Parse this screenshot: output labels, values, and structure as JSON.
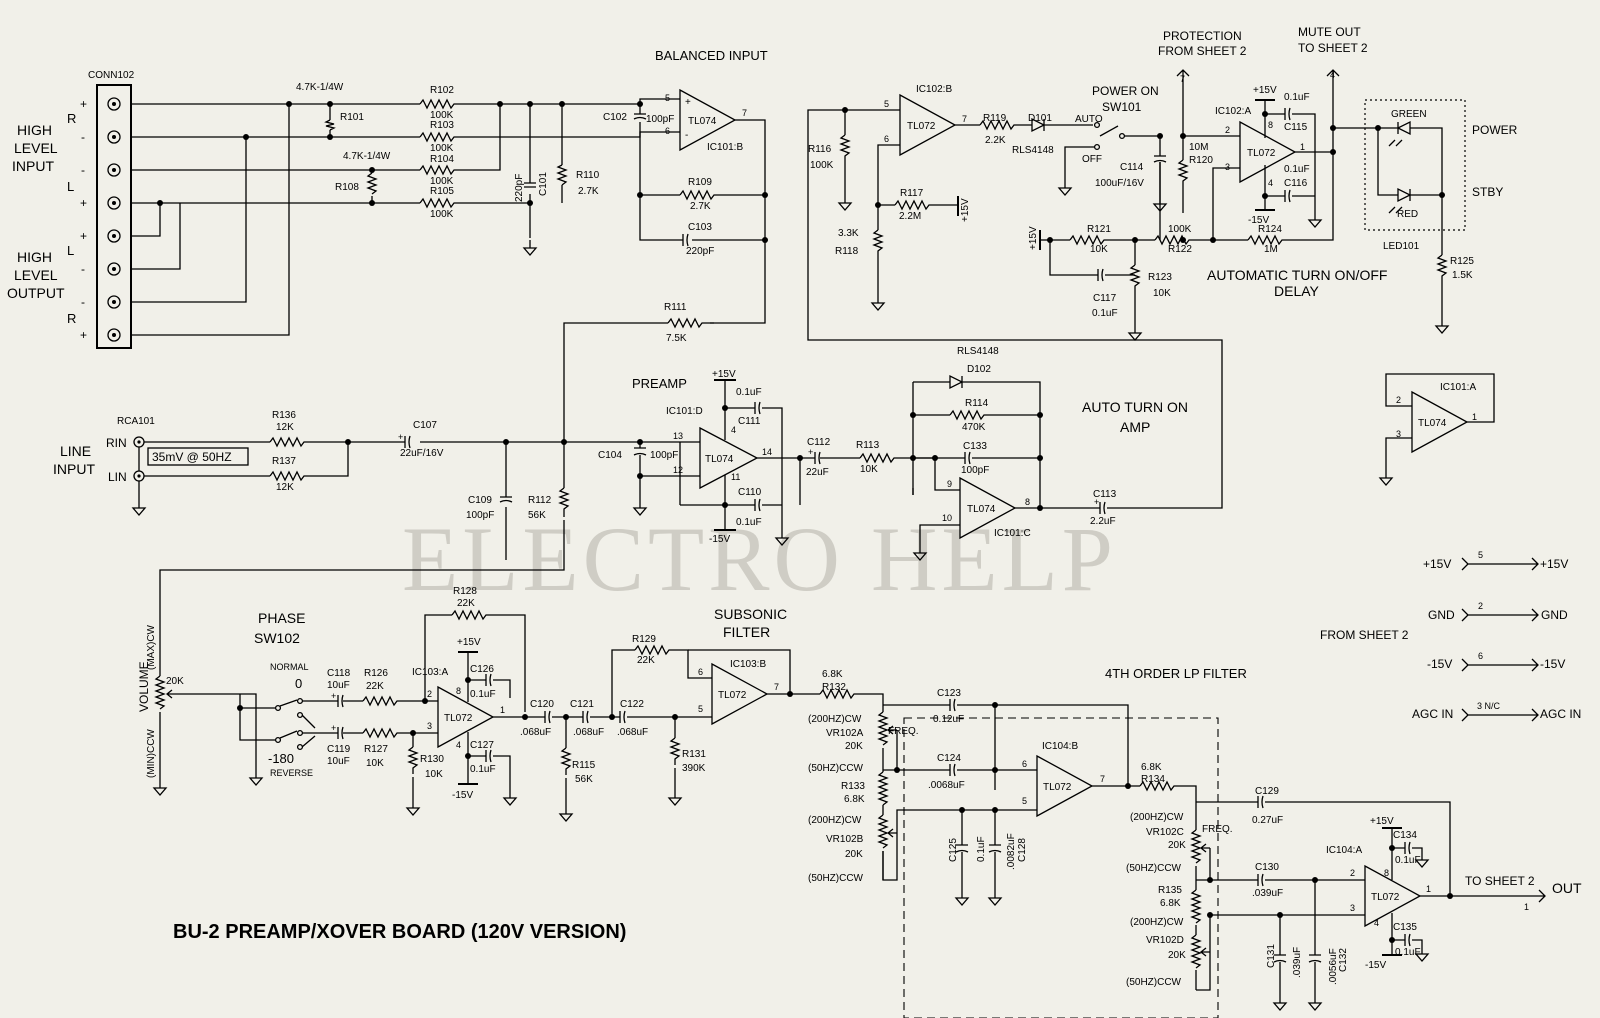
{
  "watermark": "ELECTRO HELP",
  "board_title": "BU-2 PREAMP/XOVER BOARD (120V VERSION)",
  "sections": {
    "balanced_input": "BALANCED INPUT",
    "preamp": "PREAMP",
    "auto_turn_on_amp": [
      "AUTO TURN ON",
      "AMP"
    ],
    "automatic_turn_onoff": [
      "AUTOMATIC TURN ON/OFF",
      "DELAY"
    ],
    "subsonic": [
      "SUBSONIC",
      "FILTER"
    ],
    "lp_filter": "4TH ORDER LP FILTER",
    "phase": [
      "PHASE",
      "SW102"
    ],
    "power_on": [
      "POWER ON",
      "SW101"
    ],
    "protection": [
      "PROTECTION",
      "FROM SHEET 2"
    ],
    "mute_out": [
      "MUTE OUT",
      "TO SHEET 2"
    ]
  },
  "connectors": {
    "conn102": "CONN102",
    "high_level_input": [
      "HIGH",
      "LEVEL",
      "INPUT"
    ],
    "high_level_output": [
      "HIGH",
      "LEVEL",
      "OUTPUT"
    ],
    "pin_labels": [
      "R",
      "L",
      "L",
      "R"
    ],
    "pin_signs": [
      "+",
      "-",
      "-",
      "+",
      "+",
      "-",
      "-",
      "+"
    ],
    "rca101": "RCA101",
    "line_input": [
      "LINE",
      "INPUT"
    ],
    "rin": "RIN",
    "lin": "LIN",
    "test_level": "35mV @ 50HZ"
  },
  "opamp_labels": {
    "ic101b": "IC101:B",
    "ic101d": "IC101:D",
    "ic101c": "IC101:C",
    "ic101a": "IC101:A",
    "ic102b": "IC102:B",
    "ic102a": "IC102:A",
    "ic103a": "IC103:A",
    "ic103b": "IC103:B",
    "ic104b": "IC104:B",
    "ic104a": "IC104:A",
    "tl074": "TL074",
    "tl072": "TL072"
  },
  "components": {
    "r101": "R101",
    "r101v": "4.7K-1/4W",
    "r108": "R108",
    "r108v": "4.7K-1/4W",
    "r102": "R102",
    "r103": "R103",
    "r104": "R104",
    "r105": "R105",
    "k100": "100K",
    "c102": "C102",
    "c102v": "100pF",
    "c101": "C101",
    "c101v": "220pF",
    "r110": "R110",
    "r110v": "2.7K",
    "r109": "R109",
    "r109v": "2.7K",
    "c103": "C103",
    "c103v": "220pF",
    "r111": "R111",
    "r111v": "7.5K",
    "r136": "R136",
    "r137": "R137",
    "k12": "12K",
    "c107": "C107",
    "c107v": "22uF/16V",
    "c109": "C109",
    "c109v": "100pF",
    "r112": "R112",
    "r112v": "56K",
    "c104": "C104",
    "c104v": "100pF",
    "c111": "C111",
    "c110": "C110",
    "uf01": "0.1uF",
    "c112": "C112",
    "c112v": "22uF",
    "r113": "R113",
    "r113v": "10K",
    "d102": "D102",
    "rls4148": "RLS4148",
    "r114": "R114",
    "r114v": "470K",
    "c133": "C133",
    "c133v": "100pF",
    "c113": "C113",
    "c113v": "2.2uF",
    "r116": "R116",
    "r116v": "100K",
    "r118": "R118",
    "r118v": "3.3K",
    "r117": "R117",
    "r117v": "2.2M",
    "r119": "R119",
    "r119v": "2.2K",
    "d101": "D101",
    "auto": "AUTO",
    "off": "OFF",
    "c114": "C114",
    "c114v": "100uF/16V",
    "r120": "R120",
    "r120v": "10M",
    "c115": "C115",
    "c116": "C116",
    "r121": "R121",
    "r121v": "10K",
    "r122": "R122",
    "r122v": "100K",
    "r124": "R124",
    "r124v": "1M",
    "r123": "R123",
    "r123v": "10K",
    "c117": "C117",
    "led101": "LED101",
    "green": "GREEN",
    "red": "RED",
    "power": "POWER",
    "stby": "STBY",
    "r125": "R125",
    "r125v": "1.5K",
    "volume": "VOLUME",
    "vol_max": "(MAX)CW",
    "vol_min": "(MIN)CCW",
    "vol_v": "20K",
    "normal": "NORMAL",
    "zero": "0",
    "minus180": "-180",
    "reverse": "REVERSE",
    "c118": "C118",
    "c119": "C119",
    "uf10": "10uF",
    "r126": "R126",
    "r126v": "22K",
    "r127": "R127",
    "r127v": "10K",
    "r130": "R130",
    "r130v": "10K",
    "r128": "R128",
    "r128v": "22K",
    "c126": "C126",
    "c127": "C127",
    "c120": "C120",
    "c121": "C121",
    "c122": "C122",
    "uf068": ".068uF",
    "r115": "R115",
    "r115v": "56K",
    "r129": "R129",
    "r129v": "22K",
    "r131": "R131",
    "r131v": "390K",
    "r132": "R132",
    "r132v": "6.8K",
    "vr102a": "VR102A",
    "vr102b": "VR102B",
    "vr102c": "VR102C",
    "vr102d": "VR102D",
    "k20": "20K",
    "hz200cw": "(200HZ)CW",
    "hz50ccw": "(50HZ)CCW",
    "freq": "FREQ.",
    "r133": "R133",
    "r133v": "6.8K",
    "c123": "C123",
    "c123v": "0.12uF",
    "c124": "C124",
    "c124v": ".0068uF",
    "c125": "C125",
    "c128": "C128",
    "c128v": ".0082uF",
    "r134": "R134",
    "r134v": "6.8K",
    "r135": "R135",
    "r135v": "6.8K",
    "c129": "C129",
    "c129v": "0.27uF",
    "c130": "C130",
    "c130v": ".039uF",
    "c131": "C131",
    "c131v": ".039uF",
    "c132": "C132",
    "c132v": ".0056uF",
    "c134": "C134",
    "c135": "C135",
    "to_sheet2": "TO SHEET 2",
    "out": "OUT"
  },
  "power_rails": {
    "p15": "+15V",
    "m15": "-15V",
    "gnd": "GND",
    "agc_in": "AGC IN",
    "agc_pin": "3 N/C",
    "from_sheet2": "FROM SHEET 2"
  },
  "pins": {
    "p1": "1",
    "p2": "2",
    "p3": "3",
    "p4": "4",
    "p5": "5",
    "p6": "6",
    "p7": "7",
    "p8": "8",
    "p9": "9",
    "p10": "10",
    "p11": "11",
    "p12": "12",
    "p13": "13",
    "p14": "14"
  }
}
